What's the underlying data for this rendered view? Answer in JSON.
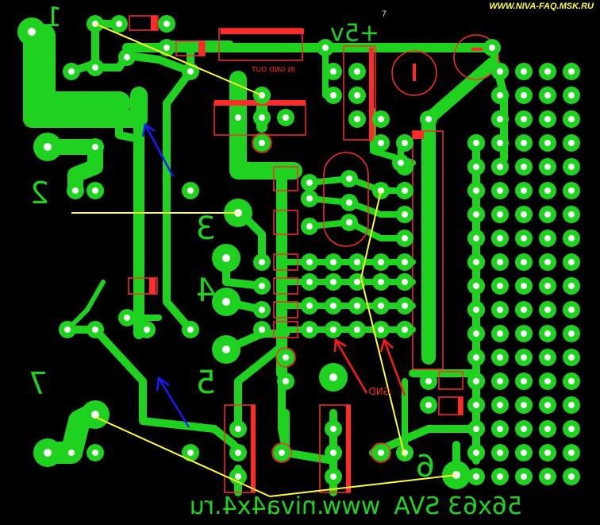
{
  "header": {
    "site_url": "WWW.NIVA-FAQ.MSK.RU",
    "small_mark": "7"
  },
  "board": {
    "footer_url": "www.niva4x4.ru",
    "footer_code": "56x63 SVA",
    "supply_label": "+5v",
    "ground_label": "GND",
    "regulator_pins": "IN  GND  OUT",
    "pad_numbers": [
      "1",
      "2",
      "3",
      "4",
      "5",
      "6",
      "7"
    ],
    "mirrored": true
  },
  "colors": {
    "background": "#000000",
    "copper": "#1fd21f",
    "hole": "#ffffff",
    "component_outline": "#ff2a2a",
    "jumper": "#ffff33",
    "arrow_blue": "#1a1aff",
    "arrow_red": "#ff1a1a"
  }
}
